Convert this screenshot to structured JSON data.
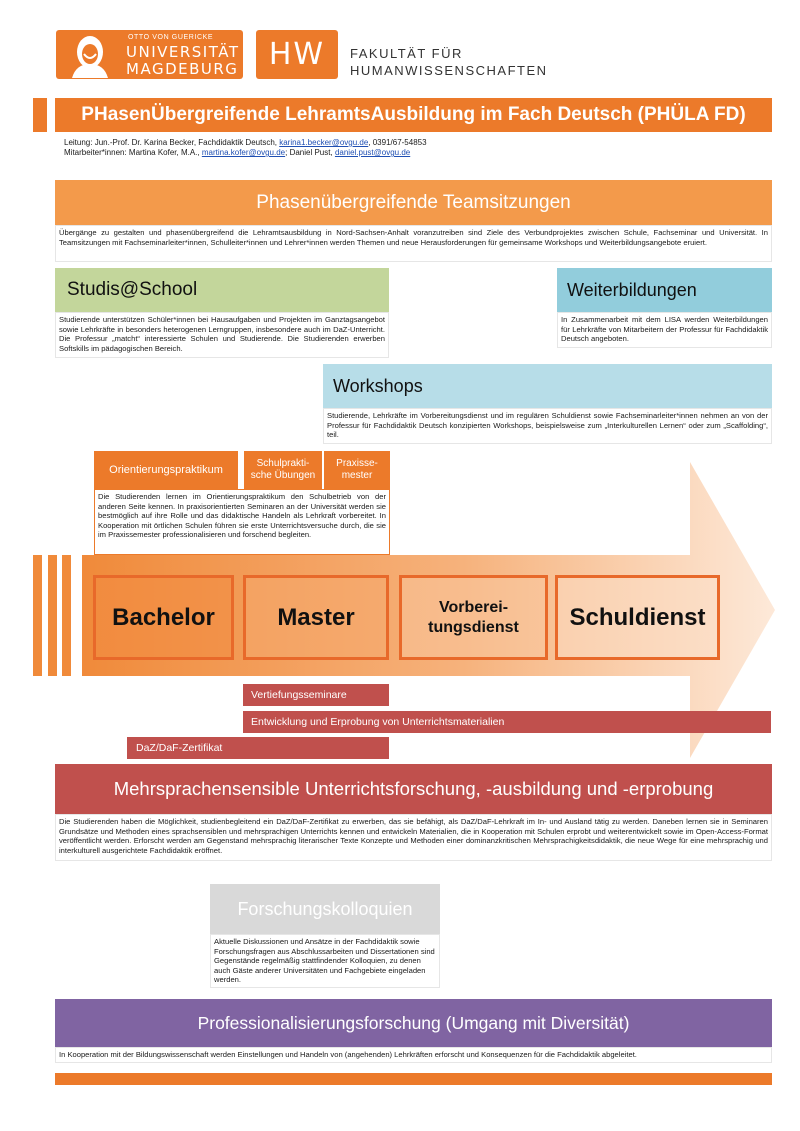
{
  "header": {
    "uni_small": "OTTO VON GUERICKE",
    "uni_line1": "UNIVERSITÄT",
    "uni_line2": "MAGDEBURG",
    "faculty_abbr": "HW",
    "faculty_line1": "FAKULTÄT FÜR",
    "faculty_line2": "HUMANWISSENSCHAFTEN"
  },
  "title": "PHasenÜbergreifende LehramtsAusbildung im Fach Deutsch (PHÜLA FD)",
  "contacts": {
    "line1_prefix": "Leitung: Jun.-Prof. Dr. Karina Becker, Fachdidaktik Deutsch, ",
    "line1_email": "karina1.becker@ovgu.de",
    "line1_suffix": ", 0391/67-54853",
    "line2_prefix": "Mitarbeiter*innen: Martina Kofer, M.A., ",
    "line2_email1": "martina.kofer@ovgu.de",
    "line2_mid": "; Daniel Pust, ",
    "line2_email2": "daniel.pust@ovgu.de"
  },
  "team": {
    "heading": "Phasenübergreifende Teamsitzungen",
    "text": "Übergänge zu gestalten und phasenübergreifend die Lehramtsausbildung in Nord-Sachsen-Anhalt voranzutreiben sind Ziele des Verbundprojektes zwischen Schule, Fachseminar und Universität. In Teamsitzungen mit Fachseminarleiter*innen, Schulleiter*innen und Lehrer*innen werden Themen und neue Herausforderungen für gemeinsame Workshops und Weiterbildungsangebote eruiert."
  },
  "studis": {
    "heading": "Studis@School",
    "text": "Studierende unterstützen Schüler*innen bei Hausaufgaben und Projekten im Ganztagsangebot sowie Lehrkräfte in besonders heterogenen Lerngruppen, insbesondere auch im DaZ-Unterricht. Die Professur „matcht“ interessierte Schulen und Studierende. Die Studierenden erwerben Softskills im pädagogischen Bereich."
  },
  "weiter": {
    "heading": "Weiterbildungen",
    "text": "In Zusammenarbeit mit dem LISA werden Weiterbildungen für Lehrkräfte von Mitarbeitern der Professur für Fachdidaktik Deutsch angeboten."
  },
  "workshops": {
    "heading": "Workshops",
    "text": "Studierende, Lehrkräfte im Vorbereitungsdienst und im regulären Schuldienst sowie Fachseminarleiter*innen nehmen an von der Professur für Fachdidaktik Deutsch konzipierten Workshops, beispielsweise zum „Interkulturellen Lernen“ oder zum „Scaffolding“, teil."
  },
  "practice": {
    "orient": "Orientierungspraktikum",
    "schul": "Schulprakti-sche Übungen",
    "praxis": "Praxisse-mester",
    "text": "Die Studierenden lernen im Orientierungspraktikum den Schulbetrieb von der anderen Seite kennen. In praxisorientierten Seminaren an der Universität werden sie bestmöglich auf ihre Rolle und das didaktische Handeln als Lehrkraft vorbereitet. In Kooperation mit örtlichen Schulen führen sie erste Unterrichtsversuche durch, die sie im Praxissemester professionalisieren und forschend begleiten."
  },
  "phases": [
    "Bachelor",
    "Master",
    "Vorberei-tungsdienst",
    "Schuldienst"
  ],
  "bars": {
    "vertiefung": "Vertiefungsseminare",
    "entwicklung": "Entwicklung und Erprobung von Unterrichtsmaterialien",
    "daz": "DaZ/DaF-Zertifikat"
  },
  "mehr": {
    "heading": "Mehrsprachensensible Unterrichtsforschung, -ausbildung und -erprobung",
    "text": "Die Studierenden haben die Möglichkeit, studienbegleitend ein DaZ/DaF-Zertifikat zu erwerben, das sie befähigt, als DaZ/DaF-Lehrkraft im In- und Ausland tätig zu werden. Daneben lernen sie in Seminaren Grundsätze und Methoden eines sprachsensiblen und mehrsprachigen Unterrichts kennen und entwickeln Materialien, die in Kooperation mit Schulen erprobt und weiterentwickelt sowie im Open-Access-Format veröffentlicht werden. Erforscht werden am Gegenstand mehrsprachig literarischer Texte Konzepte und Methoden einer dominanzkritischen Mehrsprachigkeitsdidaktik, die neue Wege für eine mehrsprachig und interkulturell ausgerichtete Fachdidaktik eröffnet."
  },
  "kolloq": {
    "heading": "Forschungskolloquien",
    "text": "Aktuelle Diskussionen und Ansätze in der Fachdidaktik sowie Forschungsfragen aus Abschlussarbeiten und Dissertationen sind Gegenstände regelmäßig stattfindender Kolloquien, zu denen auch Gäste anderer Universitäten und Fachgebiete eingeladen werden."
  },
  "prof": {
    "heading": "Professionalisierungsforschung (Umgang mit Diversität)",
    "text": "In Kooperation mit der Bildungswissenschaft werden Einstellungen und Handeln von (angehenden) Lehrkräften erforscht und Konsequenzen für die Fachdidaktik abgeleitet."
  },
  "colors": {
    "orange": "#ec7a2a",
    "red": "#c0504d",
    "purple": "#8064a2",
    "green": "#c3d69b",
    "blue": "#92cddc",
    "gray": "#d9d9d9"
  },
  "icons": [
    "guericke-portrait-logo"
  ]
}
